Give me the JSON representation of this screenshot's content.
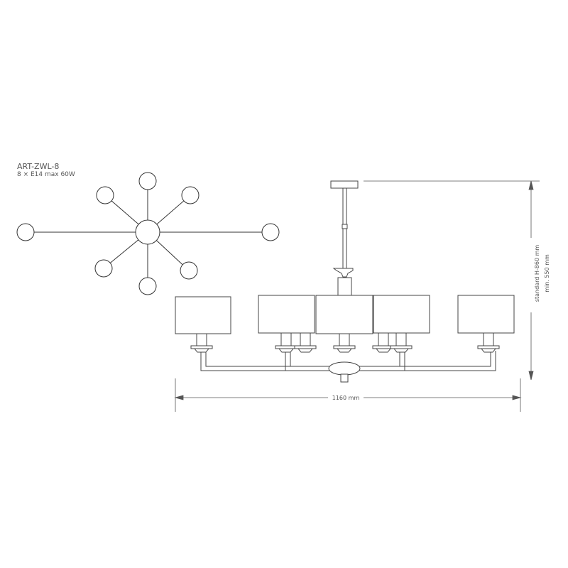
{
  "product": {
    "code": "ART-ZWL-8",
    "spec": "8 × E14 max 60W"
  },
  "dimensions": {
    "width": "1160 mm",
    "height_standard": "standard H-860 mm",
    "height_min": "min. 550 mm"
  },
  "colors": {
    "line": "#333333",
    "dim": "#555555"
  }
}
